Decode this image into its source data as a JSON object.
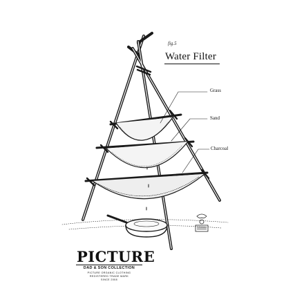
{
  "illustration": {
    "fig_label": "fig.5",
    "title": "Water Filter",
    "layers": [
      "Grass",
      "Sand",
      "Charcoal"
    ]
  },
  "branding": {
    "name": "PICTURE",
    "line1": "DAD & SON COLLECTION",
    "line2": "PICTURE ORGANIC CLOTHING",
    "line3": "REGISTERED TRADE MARK",
    "line4": "SINCE 2008"
  },
  "colors": {
    "ink": "#111111",
    "paper": "#ffffff"
  }
}
